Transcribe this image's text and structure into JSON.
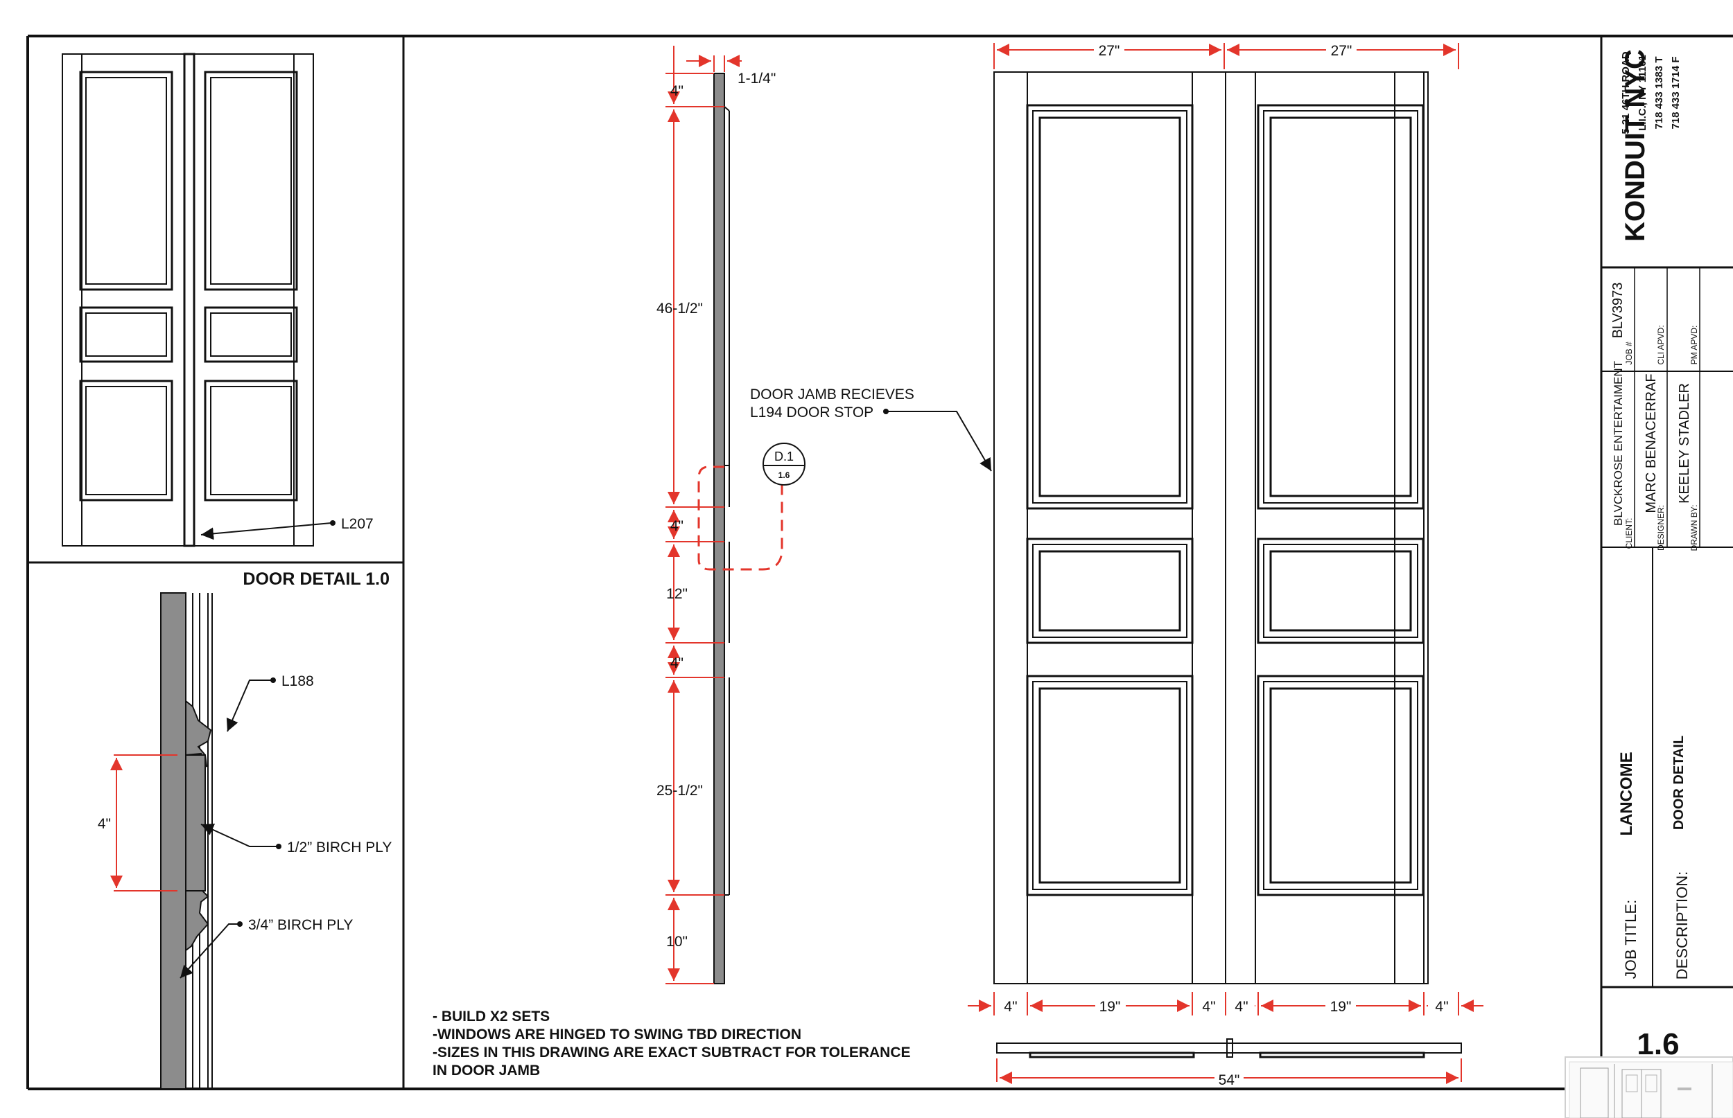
{
  "detail_title": "DOOR DETAIL 1.0",
  "labels": {
    "l207": "L207",
    "l188": "L188",
    "birch_half": "1/2” BIRCH PLY",
    "birch_three_quarter": "3/4” BIRCH PLY",
    "jamb_line1": "DOOR JAMB RECIEVES",
    "jamb_line2": "L194 DOOR STOP",
    "callout_top": "D.1",
    "callout_bottom": "1.6"
  },
  "dims": {
    "detail_4": "4\"",
    "top_thickness": "1-1/4\"",
    "v_4a": "4\"",
    "v_46": "46-1/2\"",
    "v_4b": "4\"",
    "v_12": "12\"",
    "v_4c": "4\"",
    "v_25": "25-1/2\"",
    "v_10": "10\"",
    "w_27a": "27\"",
    "w_27b": "27\"",
    "b_4a": "4\"",
    "b_19a": "19\"",
    "b_4b": "4\"",
    "b_4c": "4\"",
    "b_19b": "19\"",
    "b_4d": "4\"",
    "total_54": "54\""
  },
  "notes": [
    "- BUILD X2 SETS",
    "-WINDOWS ARE HINGED TO SWING TBD DIRECTION",
    "-SIZES IN THIS DRAWING ARE EXACT SUBTRACT FOR TOLERANCE",
    "IN DOOR JAMB"
  ],
  "title_block": {
    "company": "KONDUIT NYC",
    "address": [
      "5-21 46TH ROAD",
      "L.I.C., NY 11101",
      "718 433 1383 T",
      "718 433 1714 F"
    ],
    "job_number": "BLV3973",
    "job_label": "JOB #",
    "client_value": "BLVCKROSE ENTERTAIMENT",
    "client_label": "CLIENT:",
    "cli_apvd_label": "CLI APVD:",
    "designer_value": "MARC BENACERRAF",
    "designer_label": "DESIGNER:",
    "pm_apvd_label": "PM APVD:",
    "drawn_value": "KEELEY STADLER",
    "drawn_label": "DRAWN BY:",
    "job_title_label": "JOB TITLE:",
    "job_title_value": "LANCOME",
    "description_label": "DESCRIPTION:",
    "description_value": "DOOR DETAIL",
    "sheet_number": "1.6"
  },
  "colors": {
    "dimension": "#e3352b",
    "line": "#111111",
    "section_fill": "#8c8c8c"
  }
}
